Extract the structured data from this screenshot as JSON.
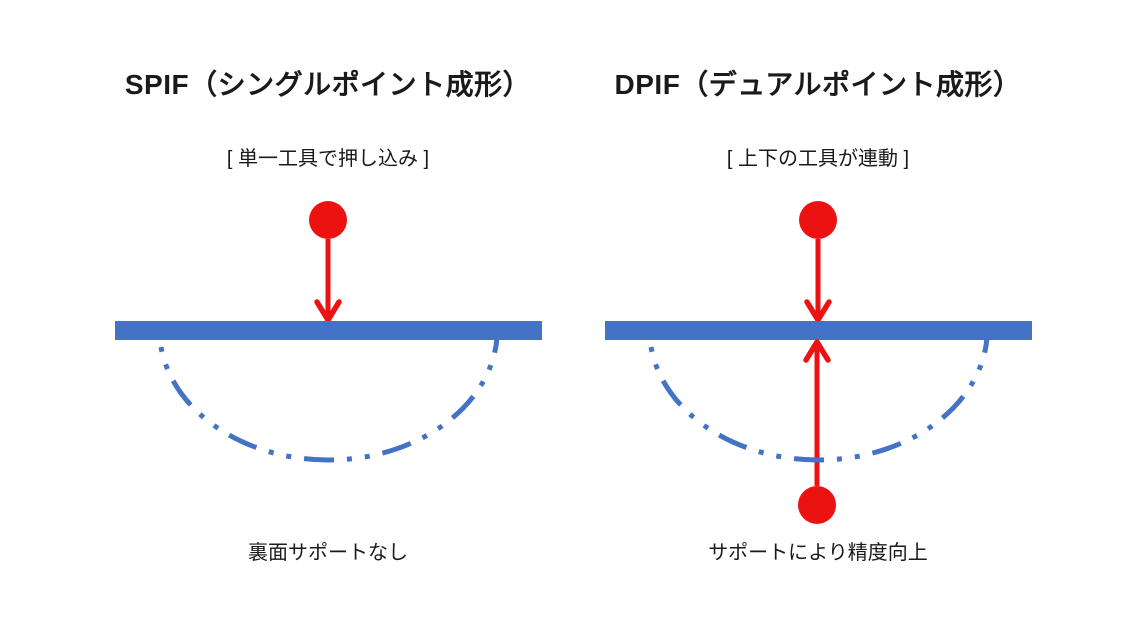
{
  "colors": {
    "slide-bg": "#ffffff",
    "tool-red": "#ec1212",
    "sheet-blue": "#4472c4",
    "text-dark": "#1a1a1a"
  },
  "panels": [
    {
      "id": "spif",
      "title": "SPIF（シングルポイント成形）",
      "subtitle": "[ 単一工具で押し込み ]",
      "caption": "裏面サポートなし"
    },
    {
      "id": "dpif",
      "title": "DPIF（デュアルポイント成形）",
      "subtitle": "[ 上下の工具が連動 ]",
      "caption": "サポートにより精度向上"
    }
  ]
}
